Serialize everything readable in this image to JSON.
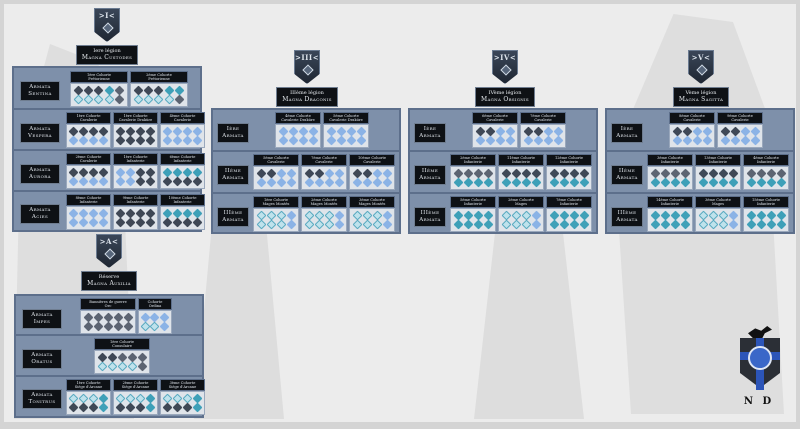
{
  "background": "#ececec",
  "colors": {
    "panel": "#7e90aa",
    "panel_border": "#5d6f8b",
    "label_bg": "#0e1115",
    "grid_bg": "#dfe4ea",
    "unit_dark": "#3f4856",
    "unit_light": "#8bb3e6",
    "unit_teal": "#3ea0b8"
  },
  "legions": [
    {
      "banner_numeral": ">I<",
      "title_line1": "Iere légion",
      "title_line2": "Magna Custodes",
      "armatae": [
        {
          "label1": "Armata",
          "label2": "Sentina",
          "cohorts": [
            {
              "line1": "1ère Cohorte",
              "line2": "Prétorienne",
              "cols": 5,
              "units": [
                "dark",
                "dark",
                "dark",
                "teal",
                "gray",
                "pale",
                "pale",
                "pale",
                "pale",
                "gray"
              ]
            },
            {
              "line1": "2ème Cohorte",
              "line2": "Prétorienne",
              "cols": 5,
              "units": [
                "dark",
                "dark",
                "dark",
                "teal",
                "teal",
                "pale",
                "pale",
                "pale",
                "pale",
                "gray"
              ]
            }
          ]
        },
        {
          "label1": "Armata",
          "label2": "Vespera",
          "cohorts": [
            {
              "line1": "1ère Cohorte",
              "line2": "Cavalerie",
              "cols": 4,
              "units": [
                "dark",
                "dark",
                "dark",
                "dark",
                "light",
                "light",
                "light",
                "light"
              ]
            },
            {
              "line1": "1ère Cohorte",
              "line2": "Cavalerie Draküre",
              "cols": 4,
              "units": [
                "dark",
                "dark",
                "dark",
                "dark",
                "dark",
                "dark",
                "dark",
                "dark"
              ]
            },
            {
              "line1": "4ème Cohorte",
              "line2": "Cavalerie",
              "cols": 4,
              "units": [
                "light",
                "light",
                "light",
                "light",
                "light",
                "light",
                "light",
                "light"
              ]
            }
          ]
        },
        {
          "label1": "Armata",
          "label2": "Aurora",
          "cohorts": [
            {
              "line1": "2ème Cohorte",
              "line2": "Cavalerie",
              "cols": 4,
              "units": [
                "dark",
                "dark",
                "dark",
                "dark",
                "light",
                "light",
                "light",
                "light"
              ]
            },
            {
              "line1": "1ère Cohorte",
              "line2": "Infanterie",
              "cols": 4,
              "units": [
                "light",
                "light",
                "dark",
                "dark",
                "light",
                "light",
                "dark",
                "dark"
              ]
            },
            {
              "line1": "6ème Cohorte",
              "line2": "Infanterie",
              "cols": 4,
              "units": [
                "teal",
                "teal",
                "teal",
                "teal",
                "dark",
                "dark",
                "dark",
                "dark"
              ]
            }
          ]
        },
        {
          "label1": "Armata",
          "label2": "Acies",
          "cohorts": [
            {
              "line1": "8ème Cohorte",
              "line2": "Infanterie",
              "cols": 4,
              "units": [
                "light",
                "light",
                "light",
                "light",
                "light",
                "light",
                "light",
                "light"
              ]
            },
            {
              "line1": "9ème Cohorte",
              "line2": "Infanterie",
              "cols": 4,
              "units": [
                "dark",
                "dark",
                "dark",
                "dark",
                "dark",
                "dark",
                "dark",
                "dark"
              ]
            },
            {
              "line1": "10ème Cohorte",
              "line2": "Infanterie",
              "cols": 4,
              "units": [
                "teal",
                "teal",
                "teal",
                "teal",
                "dark",
                "dark",
                "dark",
                "dark"
              ]
            }
          ]
        }
      ]
    },
    {
      "banner_numeral": ">III<",
      "title_line1": "IIIème légion",
      "title_line2": "Magna Draconis",
      "armatae": [
        {
          "label1": "Ière",
          "label2": "Armata",
          "cohorts": [
            {
              "line1": "4ème Cohorte",
              "line2": "Cavalerie Draküre",
              "cols": 4,
              "units": [
                "light",
                "light",
                "light",
                "light",
                "light",
                "light",
                "light",
                "light"
              ]
            },
            {
              "line1": "5ème Cohorte",
              "line2": "Cavalerie Draküre",
              "cols": 4,
              "units": [
                "light",
                "light",
                "light",
                "light",
                "light",
                "light",
                "light",
                "light"
              ]
            }
          ]
        },
        {
          "label1": "IIème",
          "label2": "Armata",
          "cohorts": [
            {
              "line1": "5ème Cohorte",
              "line2": "Cavalerie",
              "cols": 4,
              "units": [
                "dark",
                "dark",
                "light",
                "light",
                "light",
                "light",
                "light",
                "light"
              ]
            },
            {
              "line1": "7ème Cohorte",
              "line2": "Cavalerie",
              "cols": 4,
              "units": [
                "dark",
                "dark",
                "light",
                "light",
                "light",
                "light",
                "light",
                "light"
              ]
            },
            {
              "line1": "10ème Cohorte",
              "line2": "Cavalerie",
              "cols": 4,
              "units": [
                "dark",
                "dark",
                "light",
                "light",
                "light",
                "light",
                "light",
                "light"
              ]
            }
          ]
        },
        {
          "label1": "IIIème",
          "label2": "Armata",
          "cohorts": [
            {
              "line1": "1ère Cohorte",
              "line2": "Mages Montés",
              "cols": 4,
              "units": [
                "pale",
                "pale",
                "pale",
                "light",
                "pale",
                "pale",
                "pale",
                "light"
              ]
            },
            {
              "line1": "2ème Cohorte",
              "line2": "Mages Montés",
              "cols": 4,
              "units": [
                "pale",
                "pale",
                "pale",
                "light",
                "pale",
                "pale",
                "pale",
                "light"
              ]
            },
            {
              "line1": "3ème Cohorte",
              "line2": "Mages Montés",
              "cols": 4,
              "units": [
                "pale",
                "pale",
                "pale",
                "light",
                "pale",
                "pale",
                "pale",
                "light"
              ]
            }
          ]
        }
      ]
    },
    {
      "banner_numeral": ">IV<",
      "title_line1": "IVème légion",
      "title_line2": "Magna Obsignis",
      "armatae": [
        {
          "label1": "Ière",
          "label2": "Armata",
          "cohorts": [
            {
              "line1": "6ème Cohorte",
              "line2": "Cavalerie",
              "cols": 4,
              "units": [
                "dark",
                "dark",
                "light",
                "light",
                "light",
                "light",
                "light",
                "light"
              ]
            },
            {
              "line1": "7ème Cohorte",
              "line2": "Cavalerie",
              "cols": 4,
              "units": [
                "dark",
                "dark",
                "light",
                "light",
                "light",
                "light",
                "light",
                "light"
              ]
            }
          ]
        },
        {
          "label1": "IIème",
          "label2": "Armata",
          "cohorts": [
            {
              "line1": "2ème Cohorte",
              "line2": "Infanterie",
              "cols": 4,
              "units": [
                "gray",
                "gray",
                "gray",
                "gray",
                "teal",
                "teal",
                "teal",
                "teal"
              ]
            },
            {
              "line1": "11ème Cohorte",
              "line2": "Infanterie",
              "cols": 4,
              "units": [
                "dark",
                "dark",
                "dark",
                "dark",
                "teal",
                "teal",
                "teal",
                "teal"
              ]
            },
            {
              "line1": "12ème Cohorte",
              "line2": "Infanterie",
              "cols": 4,
              "units": [
                "dark",
                "dark",
                "dark",
                "dark",
                "teal",
                "teal",
                "teal",
                "teal"
              ]
            }
          ]
        },
        {
          "label1": "IIIème",
          "label2": "Armata",
          "cohorts": [
            {
              "line1": "5ème Cohorte",
              "line2": "Infanterie",
              "cols": 4,
              "units": [
                "teal",
                "teal",
                "teal",
                "teal",
                "teal",
                "teal",
                "teal",
                "teal"
              ]
            },
            {
              "line1": "2ème Cohorte",
              "line2": "Mages",
              "cols": 4,
              "units": [
                "pale",
                "pale",
                "pale",
                "light",
                "pale",
                "pale",
                "pale",
                "light"
              ]
            },
            {
              "line1": "7ème Cohorte",
              "line2": "Infanterie",
              "cols": 4,
              "units": [
                "teal",
                "teal",
                "teal",
                "teal",
                "teal",
                "teal",
                "teal",
                "teal"
              ]
            }
          ]
        }
      ]
    },
    {
      "banner_numeral": ">V<",
      "title_line1": "Vème légion",
      "title_line2": "Magna Sagitta",
      "armatae": [
        {
          "label1": "Ière",
          "label2": "Armata",
          "cohorts": [
            {
              "line1": "8ème Cohorte",
              "line2": "Cavalerie",
              "cols": 4,
              "units": [
                "dark",
                "dark",
                "light",
                "light",
                "light",
                "light",
                "light",
                "light"
              ]
            },
            {
              "line1": "9ème Cohorte",
              "line2": "Cavalerie",
              "cols": 4,
              "units": [
                "dark",
                "dark",
                "light",
                "light",
                "light",
                "light",
                "light",
                "light"
              ]
            }
          ]
        },
        {
          "label1": "IIème",
          "label2": "Armata",
          "cohorts": [
            {
              "line1": "3ème Cohorte",
              "line2": "Infanterie",
              "cols": 4,
              "units": [
                "gray",
                "gray",
                "gray",
                "gray",
                "teal",
                "teal",
                "teal",
                "teal"
              ]
            },
            {
              "line1": "13ème Cohorte",
              "line2": "Infanterie",
              "cols": 4,
              "units": [
                "dark",
                "dark",
                "dark",
                "dark",
                "teal",
                "teal",
                "teal",
                "teal"
              ]
            },
            {
              "line1": "4ème Cohorte",
              "line2": "Infanterie",
              "cols": 4,
              "units": [
                "gray",
                "gray",
                "gray",
                "gray",
                "teal",
                "teal",
                "teal",
                "teal"
              ]
            }
          ]
        },
        {
          "label1": "IIIème",
          "label2": "Armata",
          "cohorts": [
            {
              "line1": "14ème Cohorte",
              "line2": "Infanterie",
              "cols": 4,
              "units": [
                "teal",
                "teal",
                "teal",
                "teal",
                "teal",
                "teal",
                "teal",
                "teal"
              ]
            },
            {
              "line1": "3ème Cohorte",
              "line2": "Mages",
              "cols": 4,
              "units": [
                "pale",
                "pale",
                "pale",
                "light",
                "pale",
                "pale",
                "pale",
                "light"
              ]
            },
            {
              "line1": "15ème Cohorte",
              "line2": "Infanterie",
              "cols": 4,
              "units": [
                "teal",
                "teal",
                "teal",
                "teal",
                "teal",
                "teal",
                "teal",
                "teal"
              ]
            }
          ]
        }
      ]
    },
    {
      "banner_numeral": ">A<",
      "title_line1": "Réserve",
      "title_line2": "Magna Auxilia",
      "armatae": [
        {
          "label1": "Armata",
          "label2": "Impes",
          "cohorts": [
            {
              "line1": "Bannières de guerre",
              "line2": "Orc",
              "cols": 5,
              "units": [
                "gray",
                "gray",
                "gray",
                "gray",
                "gray",
                "gray",
                "gray",
                "gray",
                "gray",
                "gray"
              ]
            },
            {
              "line1": "Cohorte",
              "line2": "Ordina",
              "cols": 3,
              "units": [
                "light",
                "light",
                "light",
                "pale",
                "pale",
                "light"
              ]
            }
          ]
        },
        {
          "label1": "Armata",
          "label2": "Oratus",
          "cohorts": [
            {
              "line1": "1ère Cohorte",
              "line2": "Consulaire",
              "cols": 5,
              "units": [
                "dark",
                "dark",
                "gray",
                "gray",
                "gray",
                "pale",
                "pale",
                "pale",
                "pale",
                "gray"
              ]
            }
          ]
        },
        {
          "label1": "Armata",
          "label2": "Tonitrus",
          "cohorts": [
            {
              "line1": "1ère Cohorte",
              "line2": "Siège d'Arcane",
              "cols": 4,
              "units": [
                "pale",
                "pale",
                "pale",
                "teal",
                "dark",
                "dark",
                "dark",
                "teal"
              ]
            },
            {
              "line1": "2ème Cohorte",
              "line2": "Siège d'Arcane",
              "cols": 4,
              "units": [
                "pale",
                "pale",
                "pale",
                "teal",
                "dark",
                "dark",
                "dark",
                "teal"
              ]
            },
            {
              "line1": "3ème Cohorte",
              "line2": "Siège d'Arcane",
              "cols": 4,
              "units": [
                "pale",
                "pale",
                "pale",
                "teal",
                "dark",
                "dark",
                "dark",
                "teal"
              ]
            }
          ]
        }
      ]
    }
  ],
  "logo": {
    "initials": "N D"
  }
}
